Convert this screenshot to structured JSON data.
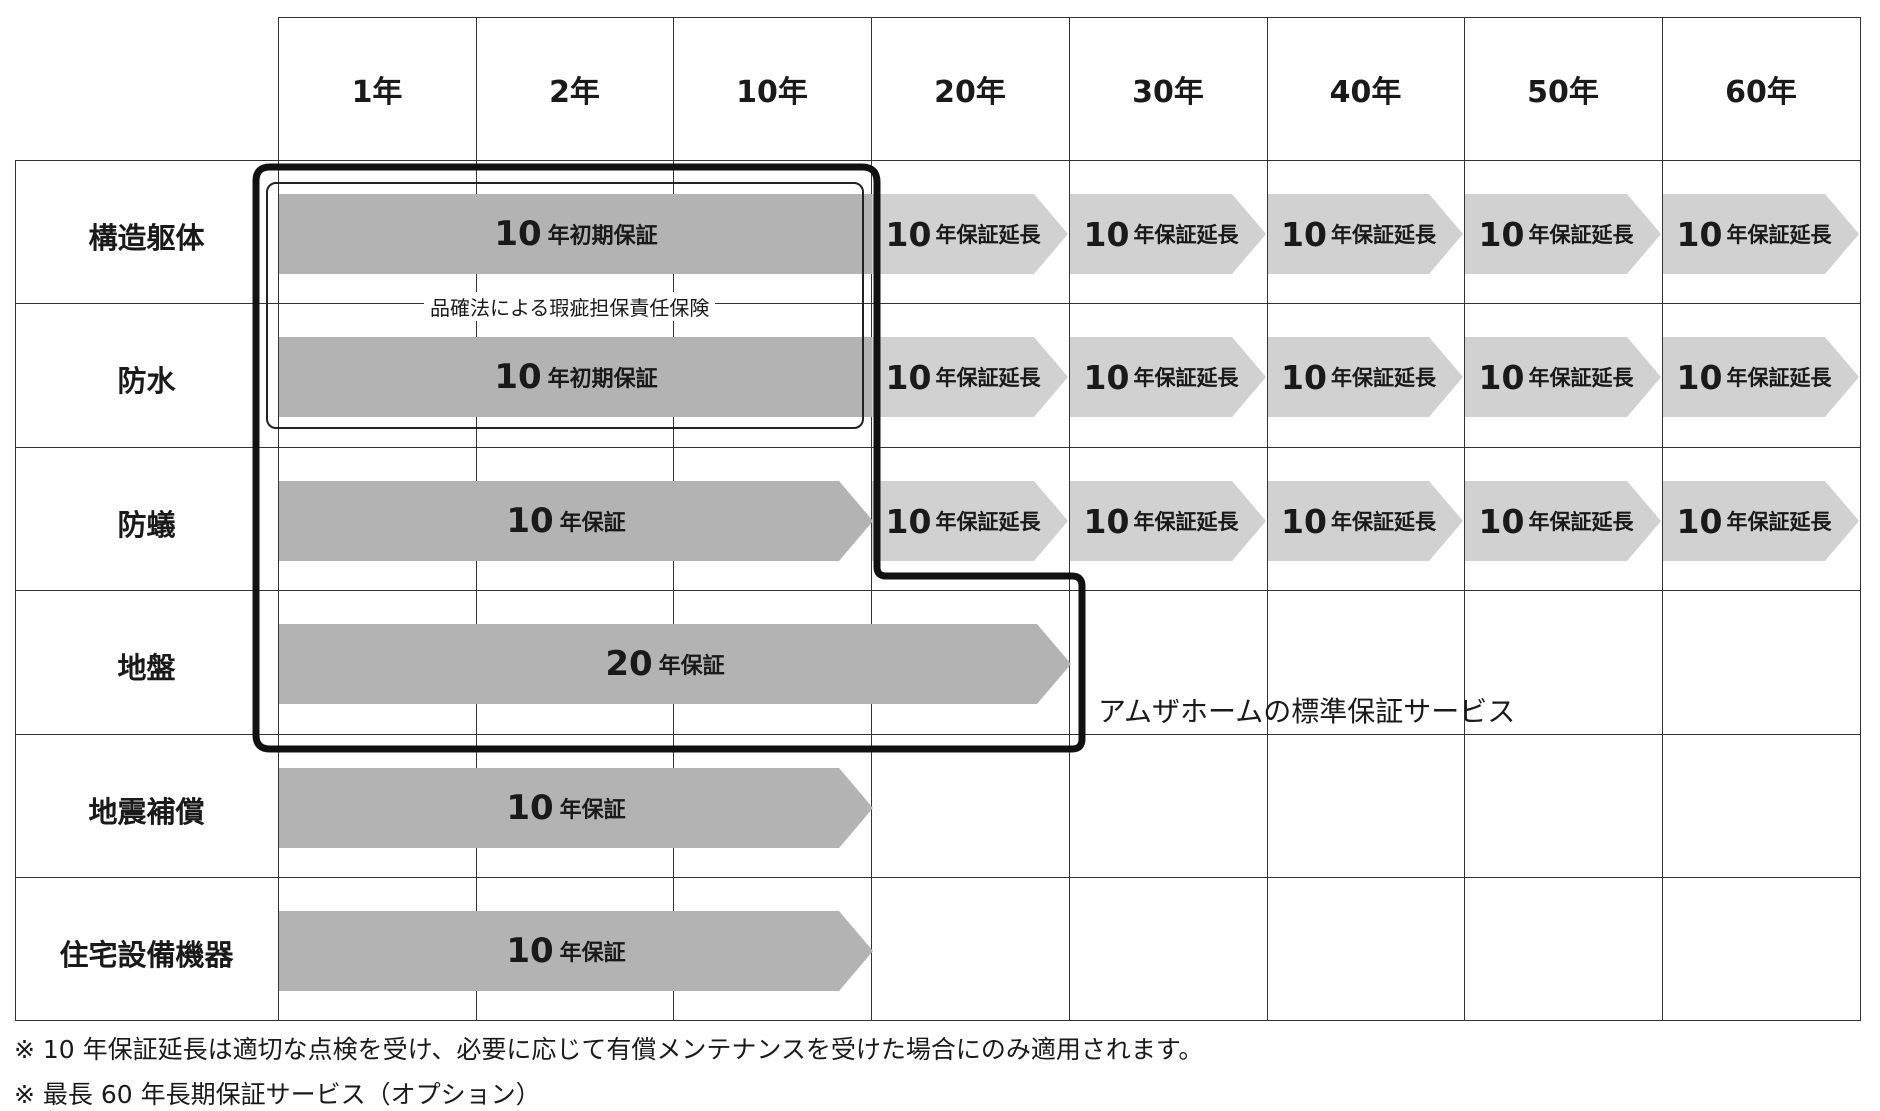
{
  "columns": [
    "1年",
    "2年",
    "10年",
    "20年",
    "30年",
    "40年",
    "50年",
    "60年"
  ],
  "rows": [
    "構造躯体",
    "防水",
    "防蟻",
    "地盤",
    "地震補償",
    "住宅設備機器"
  ],
  "bars": {
    "initial_10": {
      "num": "10",
      "unit": "年初期保証"
    },
    "warranty_10": {
      "num": "10",
      "unit": "年保証"
    },
    "warranty_20": {
      "num": "20",
      "unit": "年保証"
    },
    "extension_10": {
      "num": "10",
      "unit": "年保証延長"
    }
  },
  "insurance_label": "品確法による瑕疵担保責任保険",
  "standard_service_label": "アムザホームの標準保証サービス",
  "notes": [
    "※ 10 年保証延長は適切な点検を受け、必要に応じて有償メンテナンスを受けた場合にのみ適用されます。",
    "※ 最長 60 年長期保証サービス（オプション）"
  ],
  "colors": {
    "base_bar": "#b3b3b3",
    "extension_bar": "#d1d1d1",
    "grid": "#333333",
    "standard_outline": "#111111"
  }
}
